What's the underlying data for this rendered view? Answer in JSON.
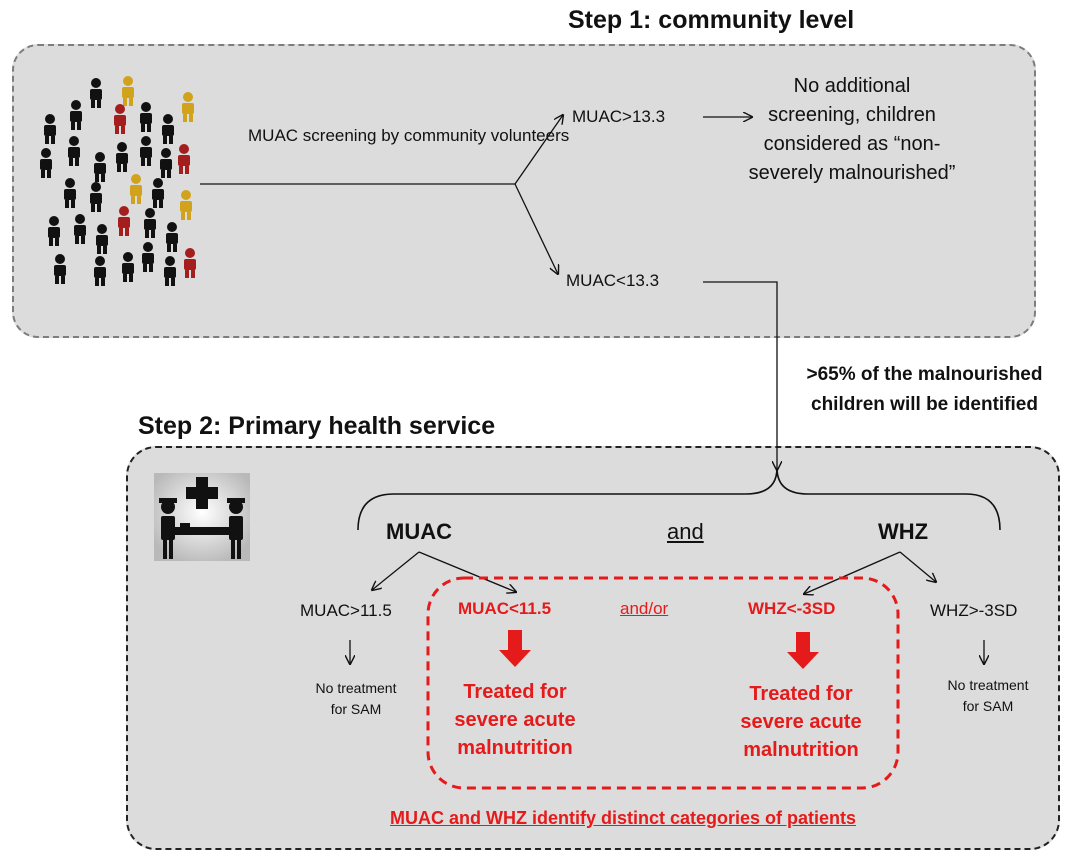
{
  "step1": {
    "title": "Step 1: community level",
    "screening_label": "MUAC screening by community volunteers",
    "branch_high": "MUAC>13.3",
    "branch_low": "MUAC<13.3",
    "no_screening_note": "No additional screening, children considered as “non-severely malnourished”"
  },
  "transition_note": ">65% of the malnourished children will be identified",
  "step2": {
    "title": "Step 2: Primary health service",
    "muac_header": "MUAC",
    "and_word": "and",
    "whz_header": "WHZ",
    "muac_high": "MUAC>11.5",
    "muac_low": "MUAC<11.5",
    "and_or": "and/or",
    "whz_low": "WHZ<-3SD",
    "whz_high": "WHZ>-3SD",
    "no_treatment_left": "No treatment for SAM",
    "no_treatment_right": "No treatment for SAM",
    "treated_left": "Treated for severe acute malnutrition",
    "treated_right": "Treated for severe acute malnutrition",
    "conclusion": "MUAC and WHZ identify distinct categories of patients"
  },
  "colors": {
    "red": "#e51a1a",
    "gold": "#d1a21c",
    "dark_red": "#a51e1e",
    "panel": "#dcdcdc"
  },
  "icons": [
    "children-crowd-icon",
    "health-service-icon"
  ]
}
